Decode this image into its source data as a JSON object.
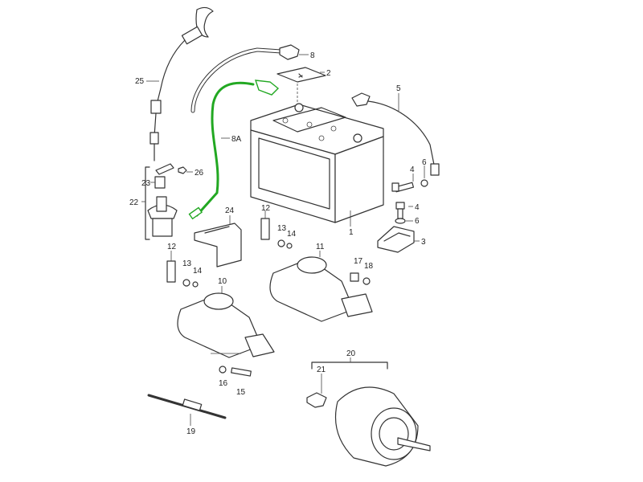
{
  "diagram": {
    "highlight_color": "#22a822",
    "callouts": {
      "c25": "25",
      "c8": "8",
      "c2": "2",
      "c5": "5",
      "c8a": "8A",
      "c26": "26",
      "c23": "23",
      "c22": "22",
      "c24": "24",
      "c12a": "12",
      "c13a": "13",
      "c14a": "14",
      "c1": "1",
      "c4a": "4",
      "c6a": "6",
      "c4b": "4",
      "c6b": "6",
      "c3": "3",
      "c11": "11",
      "c17": "17",
      "c18": "18",
      "c12b": "12",
      "c13b": "13",
      "c14b": "14",
      "c10": "10",
      "c16": "16",
      "c15": "15",
      "c20": "20",
      "c21": "21",
      "c19": "19"
    }
  }
}
